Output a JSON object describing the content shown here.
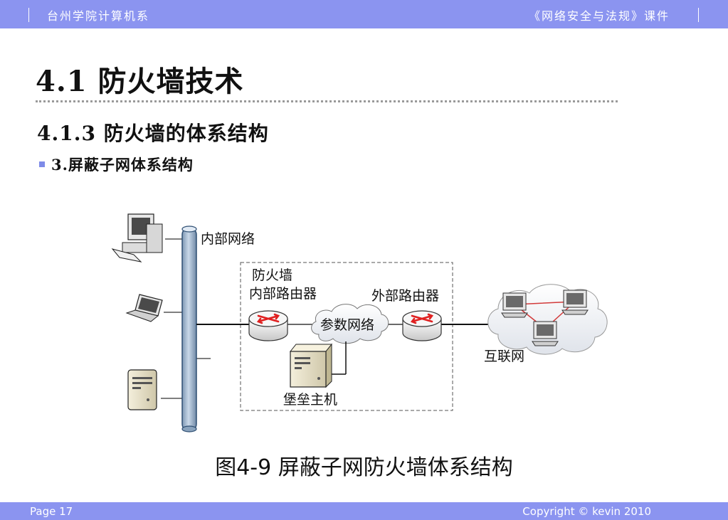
{
  "header": {
    "left": "台州学院计算机系",
    "right": "《网络安全与法规》课件"
  },
  "slide": {
    "title": "4.1 防火墙技术",
    "subtitle": "4.1.3 防火墙的体系结构",
    "bullet": "3.屏蔽子网体系结构"
  },
  "diagram": {
    "internal_network_label": "内部网络",
    "firewall_label": "防火墙",
    "internal_router_label": "内部路由器",
    "external_router_label": "外部路由器",
    "perimeter_network_label": "参数网络",
    "bastion_host_label": "堡垒主机",
    "internet_label": "互联网"
  },
  "caption": "图4-9 屏蔽子网防火墙体系结构",
  "footer": {
    "page": "Page 17",
    "copyright": "Copyright © kevin 2010"
  },
  "colors": {
    "bar": "#8b94f0",
    "bullet": "#7e8be8",
    "backbone": "#a9bdd3",
    "router_arrow": "#e02020",
    "internet_link": "#d23a3a"
  }
}
